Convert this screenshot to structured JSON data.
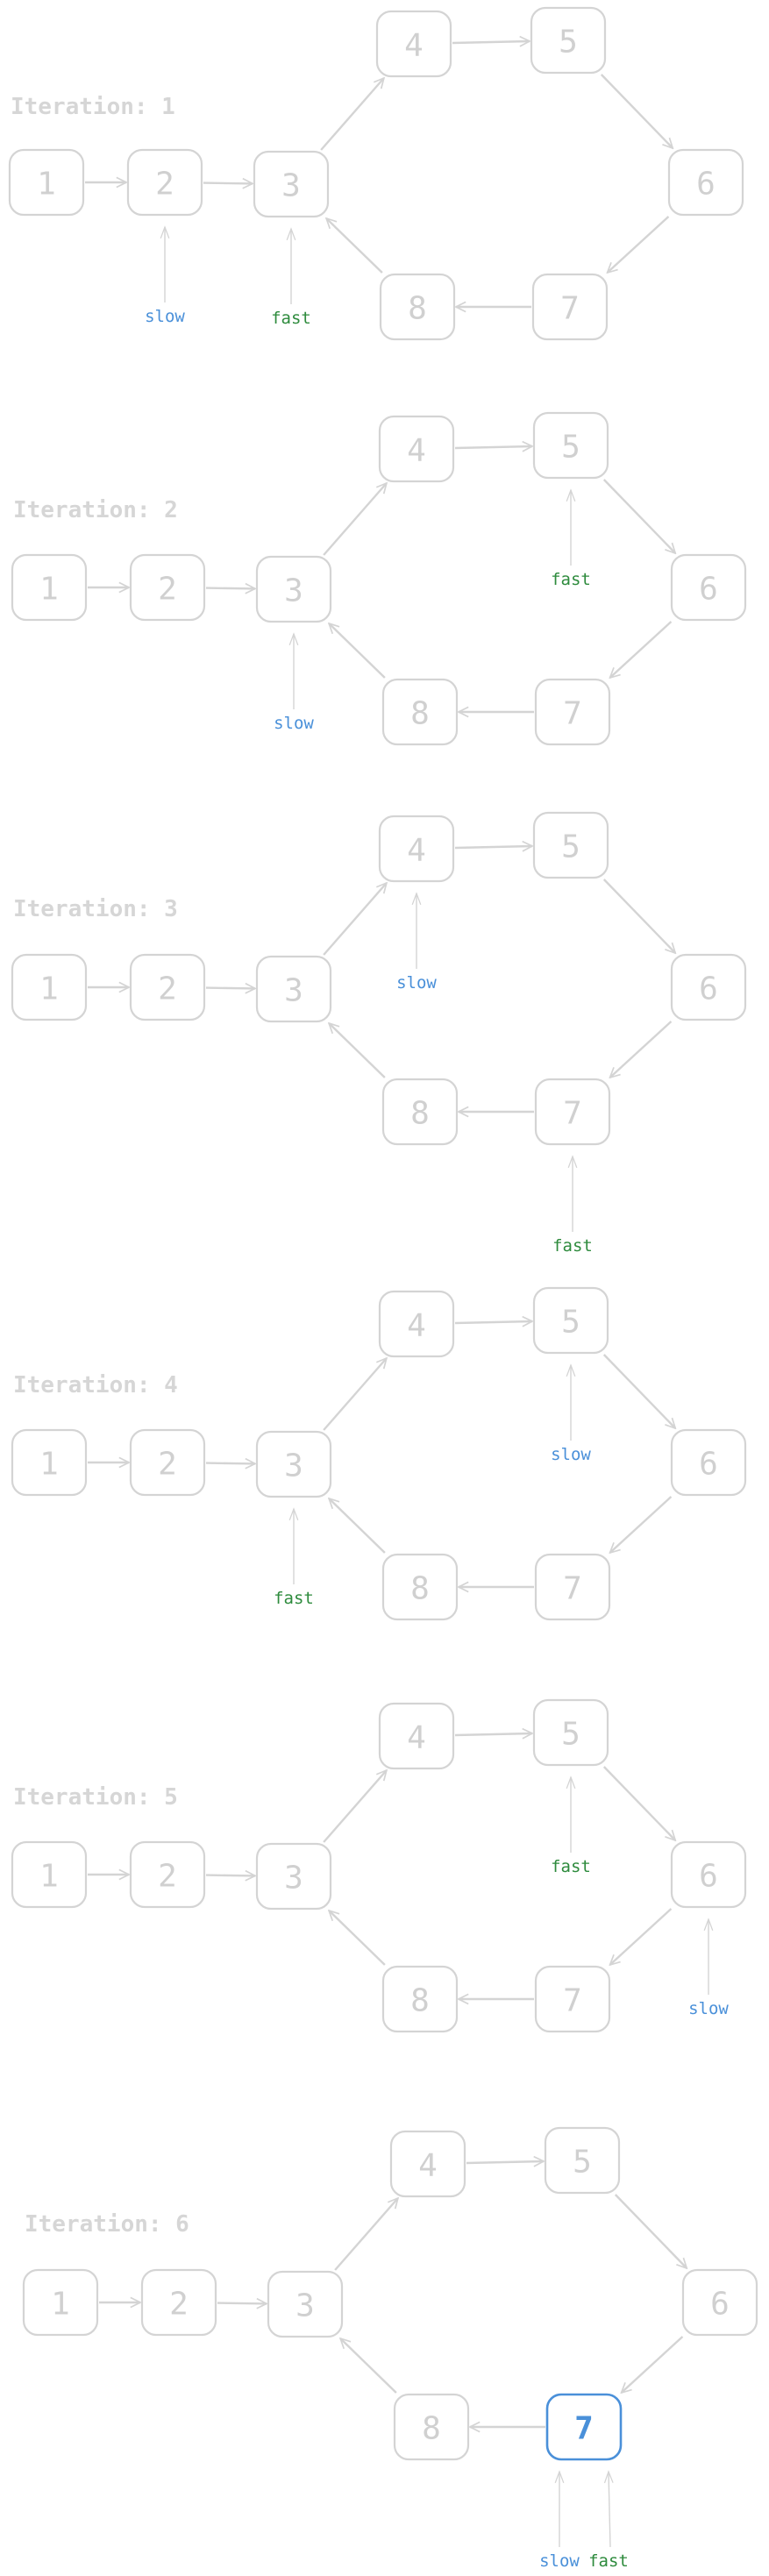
{
  "colors": {
    "node_stroke": "#d4d4d4",
    "node_text": "#d0d0d0",
    "slow": "#4a90d9",
    "fast": "#2e8b3d",
    "highlight": "#4a90d9"
  },
  "nodes": [
    "1",
    "2",
    "3",
    "4",
    "5",
    "6",
    "7",
    "8"
  ],
  "edges": [
    [
      1,
      2
    ],
    [
      2,
      3
    ],
    [
      3,
      4
    ],
    [
      4,
      5
    ],
    [
      5,
      6
    ],
    [
      6,
      7
    ],
    [
      7,
      8
    ],
    [
      8,
      3
    ]
  ],
  "pointer_labels": {
    "slow": "slow",
    "fast": "fast"
  },
  "iterations": [
    {
      "label": "Iteration: 1",
      "slow": 2,
      "fast": 3,
      "highlight": null
    },
    {
      "label": "Iteration: 2",
      "slow": 3,
      "fast": 5,
      "highlight": null
    },
    {
      "label": "Iteration: 3",
      "slow": 4,
      "fast": 7,
      "highlight": null
    },
    {
      "label": "Iteration: 4",
      "slow": 5,
      "fast": 3,
      "highlight": null
    },
    {
      "label": "Iteration: 5",
      "slow": 6,
      "fast": 5,
      "highlight": null
    },
    {
      "label": "Iteration: 6",
      "slow": 7,
      "fast": 7,
      "highlight": 7
    }
  ]
}
